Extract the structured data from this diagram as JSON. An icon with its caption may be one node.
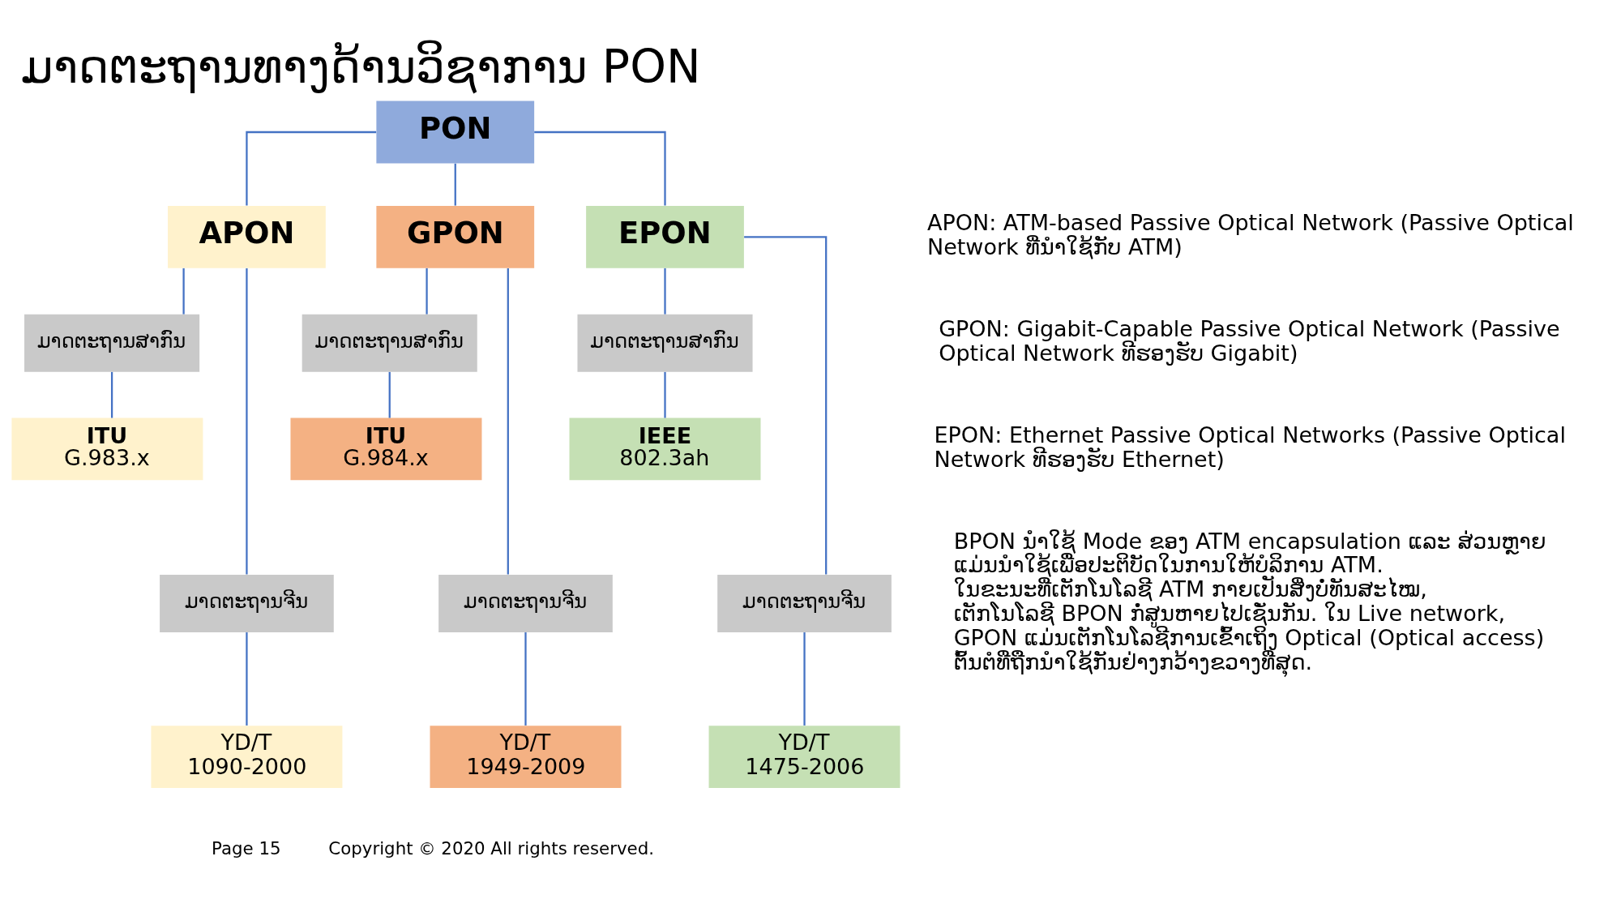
{
  "diagram": {
    "title": "ມາດຕະຖານທາງດ້ານວິຊາການ PON",
    "nodes": [
      {
        "text": [
          "PON"
        ]
      },
      {
        "text": [
          "APON"
        ]
      },
      {
        "text": [
          "GPON"
        ]
      },
      {
        "text": [
          "EPON"
        ]
      },
      {
        "text": [
          "ມາດຕະຖານສາກົນ"
        ]
      },
      {
        "text": [
          "ITU",
          "G.983.x"
        ]
      },
      {
        "text": [
          "ມາດຕະຖານຈີນ"
        ]
      },
      {
        "text": [
          "YD/T 1090-2000"
        ]
      },
      {
        "text": [
          "ມາດຕະຖານສາກົນ"
        ]
      },
      {
        "text": [
          "ITU",
          "G.984.x"
        ]
      },
      {
        "text": [
          "ມາດຕະຖານຈີນ"
        ]
      },
      {
        "text": [
          "YD/T 1949-2009"
        ]
      },
      {
        "text": [
          "ມາດຕະຖານສາກົນ"
        ]
      },
      {
        "text": [
          "IEEE",
          "802.3ah"
        ]
      },
      {
        "text": [
          "ມາດຕະຖານຈີນ"
        ]
      },
      {
        "text": [
          "YD/T 1475-2006"
        ]
      }
    ],
    "edges": [
      {
        "from": 0,
        "to": 1,
        "arrow": "none"
      },
      {
        "from": 0,
        "to": 2,
        "arrow": "none"
      },
      {
        "from": 0,
        "to": 3,
        "arrow": "none"
      },
      {
        "from": 1,
        "to": 4,
        "arrow": "none"
      },
      {
        "from": 1,
        "to": 6,
        "arrow": "none"
      },
      {
        "from": 4,
        "to": 5,
        "arrow": "none"
      },
      {
        "from": 6,
        "to": 7,
        "arrow": "none"
      },
      {
        "from": 2,
        "to": 8,
        "arrow": "none"
      },
      {
        "from": 2,
        "to": 10,
        "arrow": "none"
      },
      {
        "from": 8,
        "to": 9,
        "arrow": "none"
      },
      {
        "from": 10,
        "to": 11,
        "arrow": "none"
      },
      {
        "from": 3,
        "to": 12,
        "arrow": "none"
      },
      {
        "from": 3,
        "to": 14,
        "arrow": "none"
      },
      {
        "from": 12,
        "to": 13,
        "arrow": "none"
      },
      {
        "from": 14,
        "to": 15,
        "arrow": "none"
      }
    ],
    "labels": [
      "APON: ATM-based Passive Optical Network (Passive Optical Network ທີ່ນຳໃຊ້ກັບ ATM)",
      "GPON: Gigabit-Capable Passive Optical Network (Passive Optical Network ທີຮອງຮັບ Gigabit)",
      "EPON: Ethernet Passive Optical Networks (Passive Optical Network ທີຮອງຮັບ Ethernet)",
      "BPON ນຳໃຊ້ Mode ຂອງ ATM encapsulation ແລະ ສ່ວນຫຼາຍ ແມ່ນນຳໃຊ້ເພື່ອປະຕິບັດໃນການໃຫ້ບໍລິການ ATM. ໃນຂະນະທີ່ເຕັກໂນໂລຊີ ATM ກາຍເປັນສິ່ງບໍ່ທັນສະໄໝ, ເຕັກໂນໂລຊີ BPON ກໍ່ສູນຫາຍໄປເຊັ່ນກັນ. ໃນ Live network, GPON ແມ່ນເຕັກໂນໂລຊີການເຂົ້າເຖິງ Optical (Optical access) ຕົ້ນຕໍທີ່ຖືກນຳໃຊ້ກັນຢ່າງກວ້າງຂວາງທີ່ສຸດ.",
      "Page 15",
      "Copyright © 2020 All rights reserved."
    ]
  }
}
